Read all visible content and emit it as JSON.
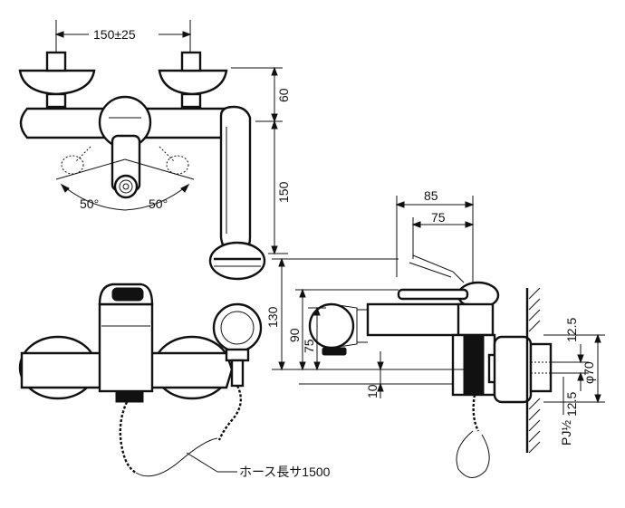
{
  "dimensions": {
    "top_spacing": "150±25",
    "angle_left": "50°",
    "angle_right": "50°",
    "height_60": "60",
    "height_150": "150",
    "depth_85": "85",
    "depth_75": "75",
    "h_130": "130",
    "h_90": "90",
    "h_75": "75",
    "h_10": "10",
    "r_12_5_top": "12.5",
    "r_12_5_bottom": "12.5",
    "dia_70": "φ70"
  },
  "labels": {
    "hose_length": "ホース長サ1500",
    "pipe_thread": "PJ½"
  },
  "colors": {
    "ink": "#111111",
    "paper": "#ffffff"
  }
}
